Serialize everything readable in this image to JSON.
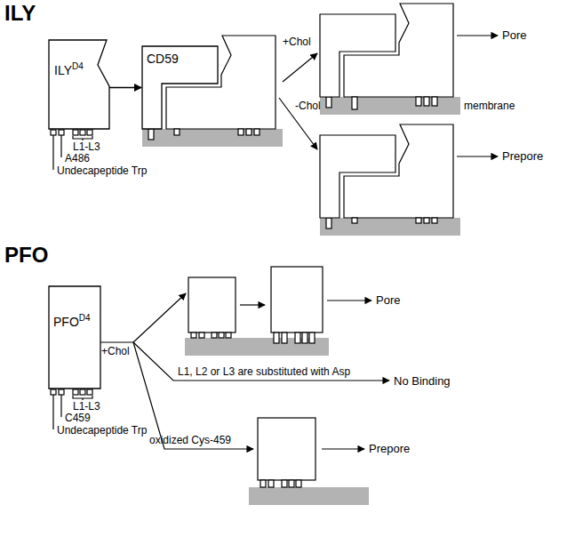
{
  "diagram": {
    "nodes": [
      {
        "text": [
          "ILY",
          "D4"
        ]
      },
      {
        "text": [
          "CD59"
        ]
      },
      {
        "text": [
          "PFO",
          "D4"
        ]
      }
    ],
    "edges": [
      {
        "from": 0,
        "to": 1,
        "arrow": "to"
      }
    ],
    "labels": [
      "ILY",
      "Undecapeptide Trp",
      "A486",
      "L1-L3",
      "+Chol",
      "-Chol",
      "membrane",
      "Pore",
      "Prepore",
      "PFO",
      "Undecapeptide Trp",
      "C459",
      "L1-L3",
      "+Chol",
      "L1, L2 or L3 are substituted with Asp",
      "No Binding",
      "oxidized Cys-459",
      "Pore",
      "Prepore"
    ]
  }
}
